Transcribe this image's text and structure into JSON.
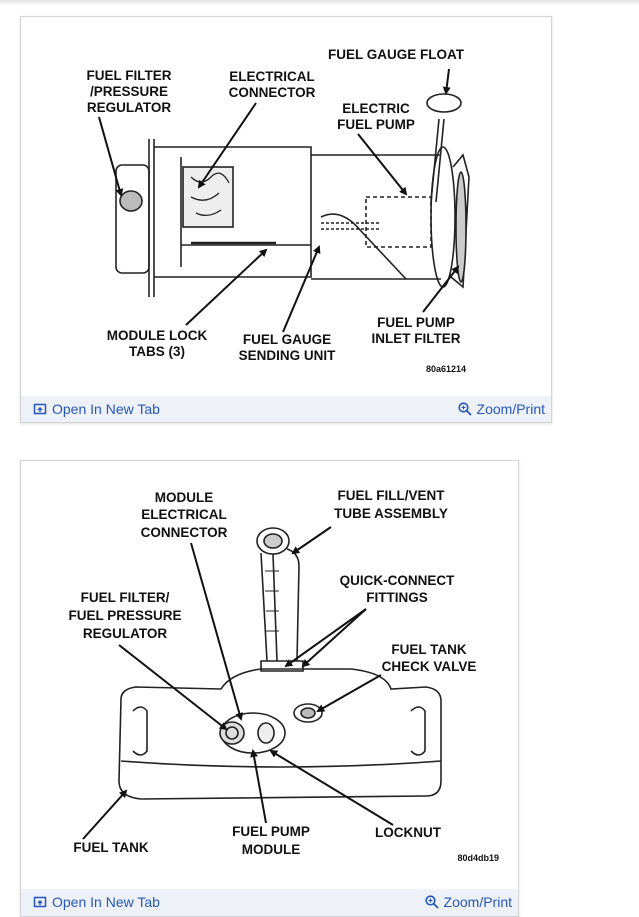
{
  "figure1": {
    "labels": {
      "fuel_gauge_float": "FUEL GAUGE FLOAT",
      "fuel_filter_line1": "FUEL FILTER",
      "fuel_filter_line2": "/PRESSURE",
      "fuel_filter_line3": "REGULATOR",
      "electrical_connector_line1": "ELECTRICAL",
      "electrical_connector_line2": "CONNECTOR",
      "electric_pump_line1": "ELECTRIC",
      "electric_pump_line2": "FUEL PUMP",
      "module_lock_line1": "MODULE LOCK",
      "module_lock_line2": "TABS (3)",
      "sending_unit_line1": "FUEL GAUGE",
      "sending_unit_line2": "SENDING UNIT",
      "inlet_filter_line1": "FUEL PUMP",
      "inlet_filter_line2": "INLET FILTER",
      "code": "80a61214"
    },
    "footer": {
      "open_tab": "Open In New Tab",
      "zoom": "Zoom/Print"
    }
  },
  "figure2": {
    "labels": {
      "module_connector_line1": "MODULE",
      "module_connector_line2": "ELECTRICAL",
      "module_connector_line3": "CONNECTOR",
      "fill_vent_line1": "FUEL FILL/VENT",
      "fill_vent_line2": "TUBE ASSEMBLY",
      "quick_connect_line1": "QUICK-CONNECT",
      "quick_connect_line2": "FITTINGS",
      "filter_reg_line1": "FUEL FILTER/",
      "filter_reg_line2": "FUEL PRESSURE",
      "filter_reg_line3": "REGULATOR",
      "check_valve_line1": "FUEL TANK",
      "check_valve_line2": "CHECK VALVE",
      "fuel_tank": "FUEL TANK",
      "pump_module_line1": "FUEL PUMP",
      "pump_module_line2": "MODULE",
      "locknut": "LOCKNUT",
      "code": "80d4db19"
    },
    "footer": {
      "open_tab": "Open In New Tab",
      "zoom": "Zoom/Print"
    }
  },
  "icons": {
    "open_tab": "open-new-tab-icon",
    "zoom": "magnifier-zoom-icon"
  },
  "colors": {
    "link": "#2457b8",
    "footer_bg": "#eef1f7",
    "border": "#d2d4d8"
  }
}
